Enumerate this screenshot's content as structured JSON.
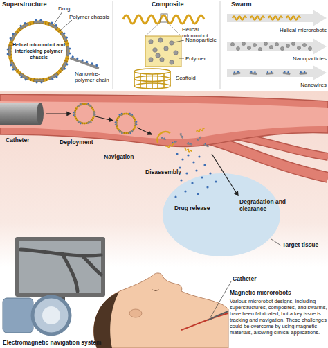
{
  "diagram": {
    "nodes": [
      {
        "text": [
          "Superstructure",
          "Drug",
          "Polymer chassis",
          "Helical microrobot and interlocking polymer chassis",
          "Nanowire-polymer chain"
        ]
      },
      {
        "text": [
          "Composite",
          "Helical microrobot",
          "Nanoparticle",
          "Polymer",
          "Scaffold"
        ]
      },
      {
        "text": [
          "Swarm",
          "Helical microrobots",
          "Nanoparticles",
          "Nanowires"
        ]
      },
      {
        "text": [
          "Magnetic microrobots",
          "Various microrobot designs, including superstructures, composites, and swarms, have been fabricated, but a key issue is tracking and navigation. These challenges could be overcome by using magnetic materials, allowing clinical applications."
        ]
      }
    ],
    "labels": [
      "Catheter",
      "Deployment",
      "Navigation",
      "Disassembly",
      "Drug release",
      "Degradation and clearance",
      "Target tissue",
      "Catheter",
      "Electromagnetic navigation system"
    ]
  }
}
